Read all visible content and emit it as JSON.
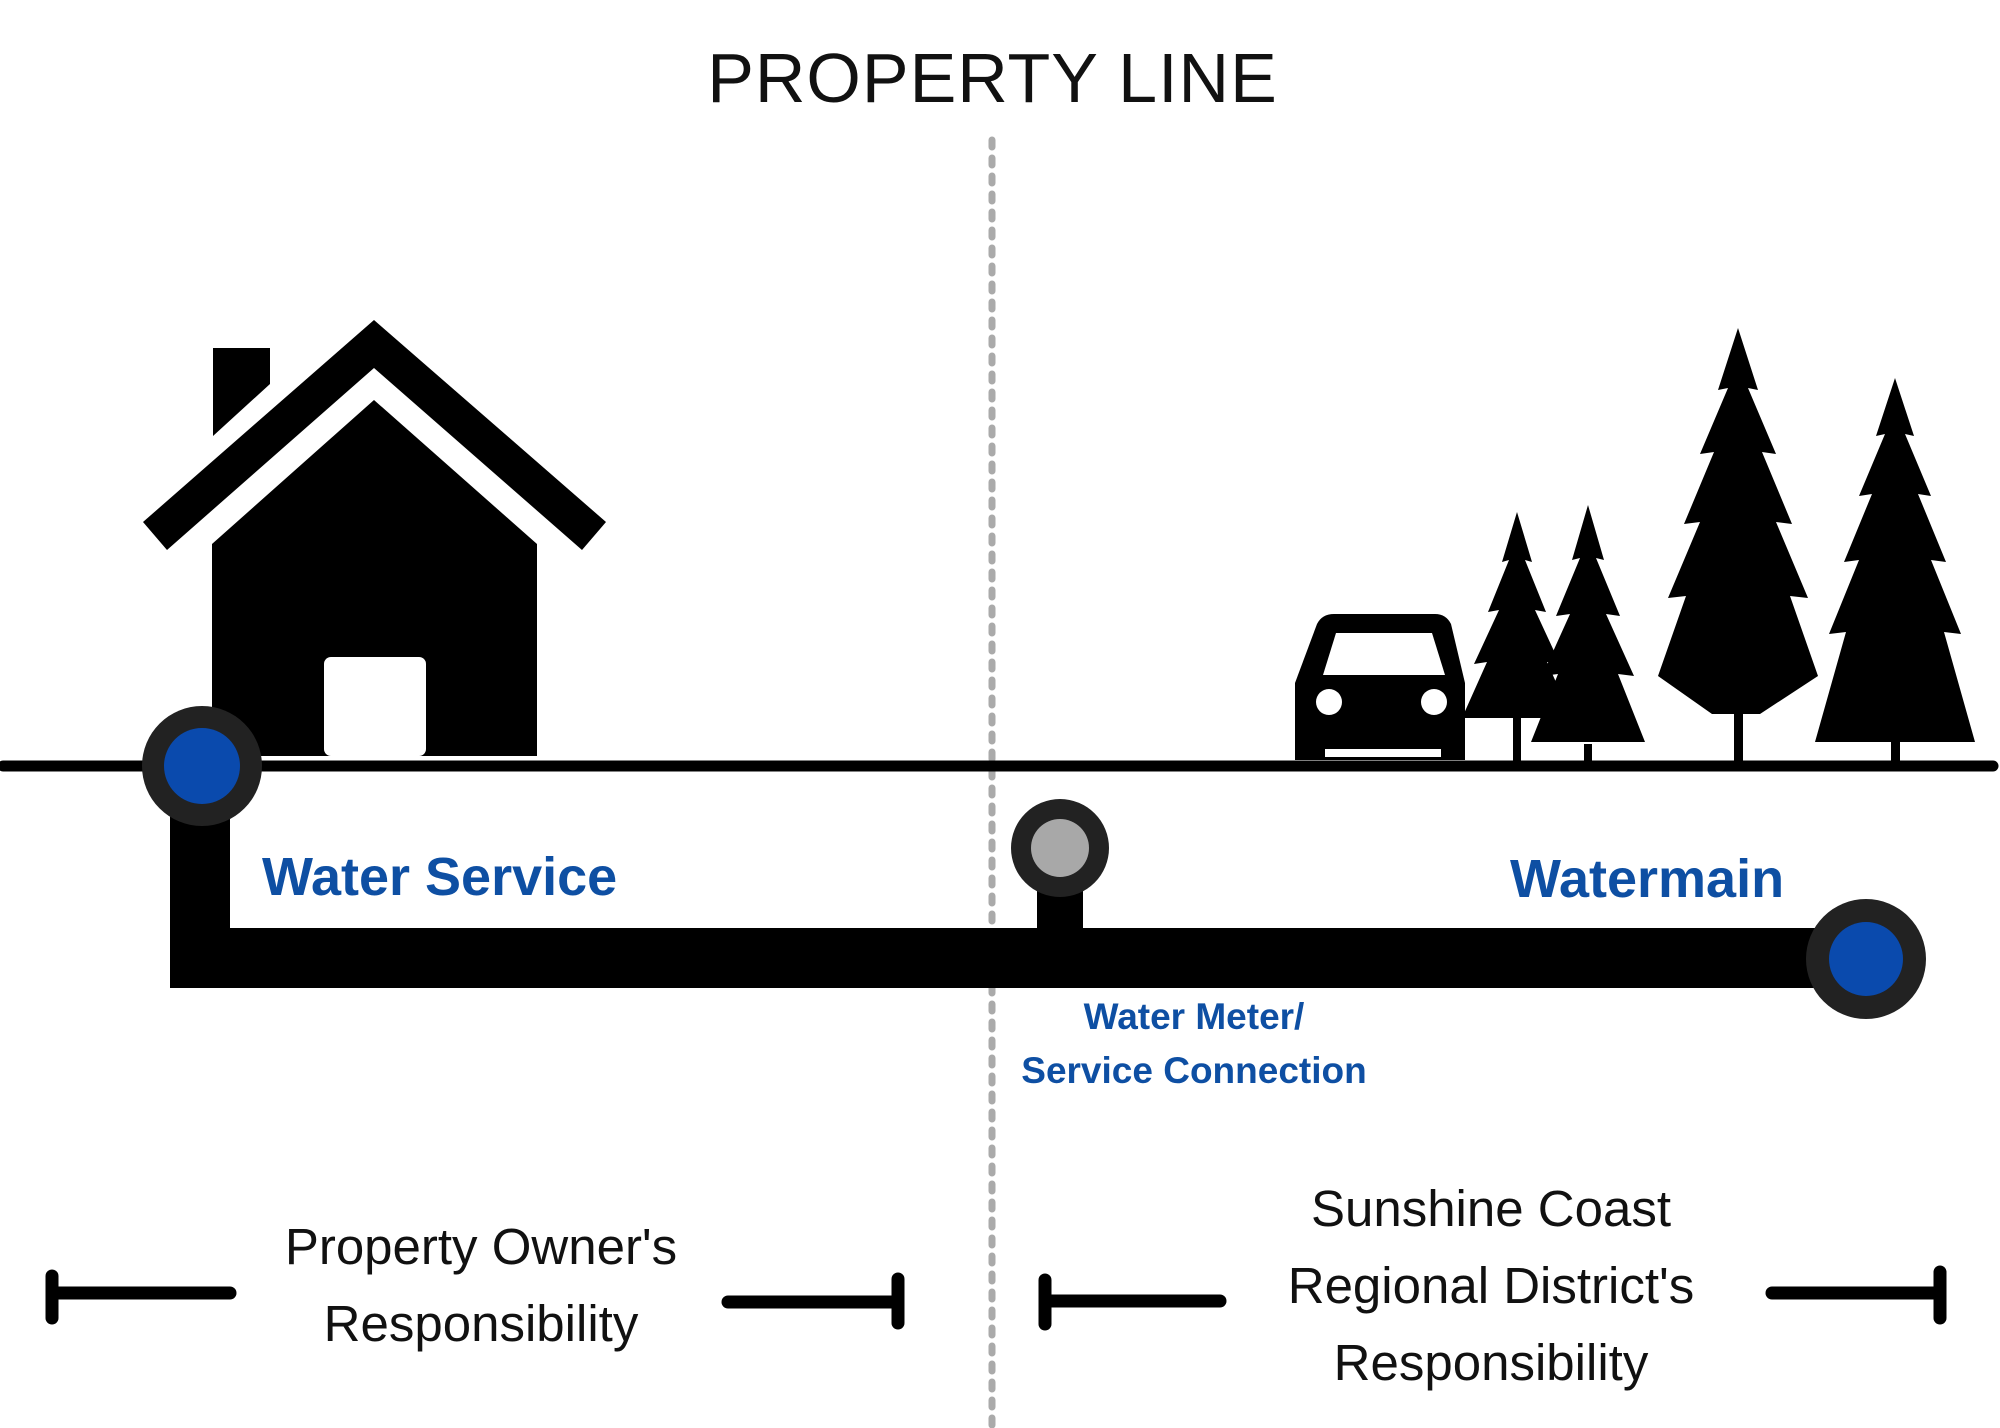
{
  "diagram": {
    "title": "PROPERTY LINE",
    "labels": {
      "water_service": "Water Service",
      "watermain": "Watermain",
      "meter_line1": "Water Meter/",
      "meter_line2": "Service Connection"
    },
    "responsibility": {
      "owner_line1": "Property Owner's",
      "owner_line2": "Responsibility",
      "district_line1": "Sunshine Coast",
      "district_line2": "Regional District's",
      "district_line3": "Responsibility"
    },
    "icons": [
      "house-icon",
      "car-icon",
      "tree-icon"
    ],
    "colors": {
      "pipe": "#000000",
      "node_blue": "#0a4aad",
      "node_ring": "#222222",
      "meter_gray": "#a8a8a8",
      "label_blue": "#0e4fa3",
      "property_line": "#aaaaaa"
    }
  }
}
